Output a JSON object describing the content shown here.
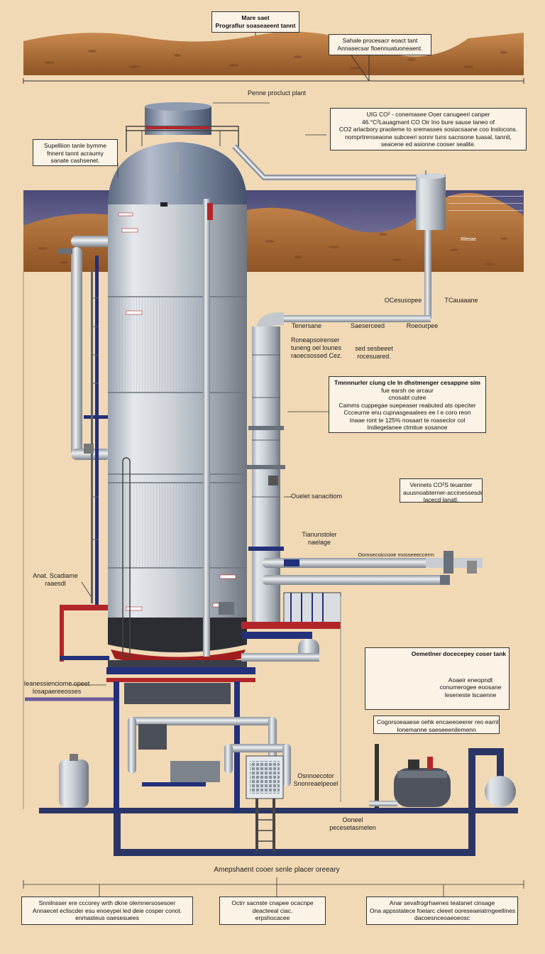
{
  "top_box": {
    "lines": [
      "Mare saet",
      "Prograflur soaseaeent tannt"
    ]
  },
  "landscape_box": {
    "lines": [
      "Sahale procesacr eoact tant",
      "Annasecsar floennuatuoneaent."
    ]
  },
  "plant_label": "Penne procluct plant",
  "co2_box": {
    "lines": [
      "UIG CO² - conemasee Ooer canugeeri canper",
      "46.°C²Lauagmant CO Oir Ino bure sause taneo of",
      "CO2 arlacbory praoleme to sremasses sosiacsaane coo lnslocons.",
      "nomprtrenseaone subceeri sonnr tuns sacnsone tuasal, tannit,",
      "seacene ed asionne cooser sealite."
    ]
  },
  "separation_box": {
    "lines": [
      "Supelliion tanle bymme",
      "fnnent tannt acraumy",
      "sanate cashsenet."
    ]
  },
  "legend_small": {
    "lines": [
      "———————————————",
      "———————————————",
      "———————————————"
    ],
    "tag": "Rlesae"
  },
  "pipe_labels": {
    "left": "OCesusopee",
    "right": "TCauaaane"
  },
  "compressor_labels": {
    "a": "Tenersane",
    "b": "Saeserceed",
    "c": "Roeourpee"
  },
  "mid_note": {
    "lines": [
      "Roneapsoirenser",
      "tuneng oel lounes",
      "raoecsossed Cez."
    ]
  },
  "gas_note": {
    "lines": [
      "sed sesbeeet",
      "rocesuared."
    ]
  },
  "transfer_box": {
    "lines": [
      "Tmnnnurler ciung cle ln dhstmenger cesappne sim",
      "fue earsh oe arcaur",
      "cnosabt cutee",
      "Camms cuppegae suepeaser reabuted ats opeciter",
      "Ccceurne enu cupnasgeaalees ee I e coro reon",
      "Inaae ront te 125% nosaart te roaseclor col",
      "Indiegelanee ctmitue sosanoe"
    ]
  },
  "vessel_box": {
    "lines": [
      "Vennets CO²S teuanter",
      "auusnoabterner-accinessesdor",
      "lacecd lanatl."
    ]
  },
  "outlet_label": "Ouelet sanacitiom",
  "transmission_label": {
    "lines": [
      "Tianunstoler",
      "naelage"
    ]
  },
  "pipe_run_label": "Oomoecoiccooe mosseeeccerrn",
  "assembly_label": {
    "lines": [
      "Anat. Scadiame",
      "raaesdl"
    ]
  },
  "base_label": {
    "lines": [
      "Ieanessienciome opeet",
      "Iosapaereeosses"
    ]
  },
  "storage_box": {
    "title": "Oemetlner docecepey coser tank",
    "lines": [
      "Aoaeir eneopndt",
      "conumerogee eoosane",
      "leseneste lscaenne"
    ]
  },
  "storage_note": {
    "lines": [
      "Cogorsoeaaese oehk encaeeoeerer reo earnllest",
      "Ionemanne saeseeenilemenn"
    ]
  },
  "compressor_small": {
    "lines": [
      "Osnnoecotor",
      "Snonreaelpeoel"
    ]
  },
  "foundation_label": {
    "lines": [
      "Ooneel",
      "pecesetasmelen"
    ]
  },
  "bottom_title": "Amepshaent cooer senle placer oreeary",
  "bottom_boxes": [
    {
      "lines": [
        "Snnilnsser ere cccorey wrth dkne olemnersosesoer",
        "Annaecet ecliscder esu enoeypei led deie cosper conot.",
        "enmasteus oaesesuees"
      ]
    },
    {
      "lines": [
        "Octrr sacnste cnapee ocacnpe",
        "deacteeal ciac.",
        "erpshocacee"
      ]
    },
    {
      "lines": [
        "Anar sevafrogrhaenes teatanet cinsage",
        "Ona appsstatece foeiarc cleeet ooreseaeiatrngeellines",
        "dacoesnceoaeoeosc"
      ]
    }
  ],
  "colors": {
    "background": "#f1d9b5",
    "sky": "#6e6a94",
    "soil": "#b8743c",
    "steel": "#c7ccd3",
    "pipe_blue": "#23307a",
    "pipe_red": "#b2262a"
  }
}
